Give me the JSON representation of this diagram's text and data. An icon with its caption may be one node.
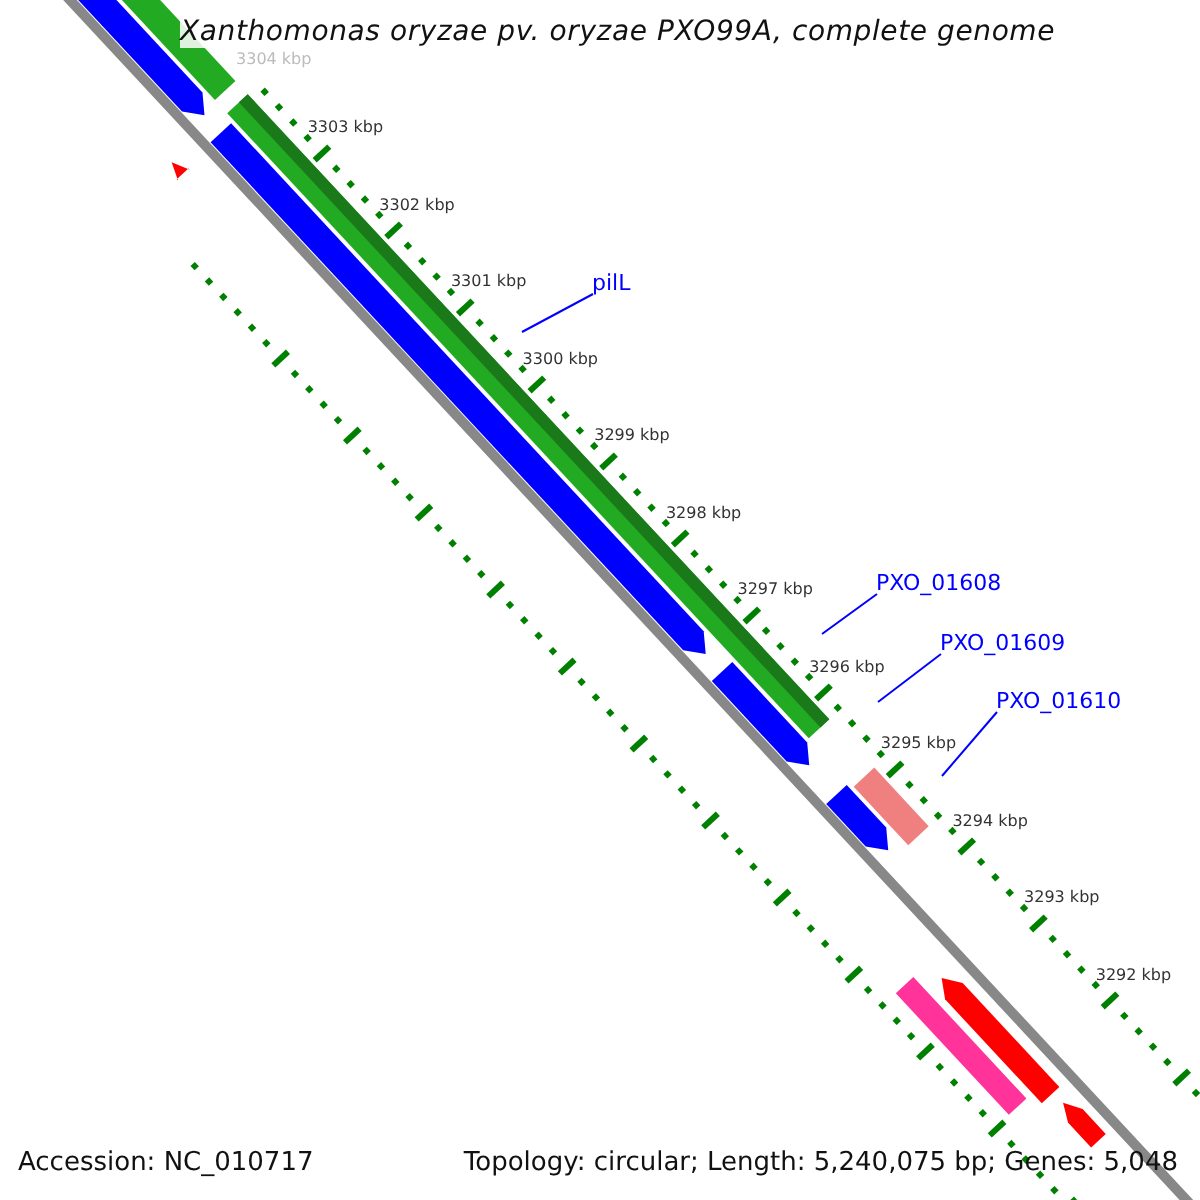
{
  "diagram": {
    "title": "Xanthomonas oryzae pv. oryzae PXO99A, complete genome",
    "nodes": [
      {
        "text": [
          "pilL"
        ]
      },
      {
        "text": [
          "PXO_01608"
        ]
      },
      {
        "text": [
          "PXO_01609"
        ]
      },
      {
        "text": [
          "PXO_01610"
        ]
      }
    ],
    "edges": [
      {
        "from": 0,
        "to": null,
        "arrow": "none"
      },
      {
        "from": 1,
        "to": null,
        "arrow": "none"
      },
      {
        "from": 2,
        "to": null,
        "arrow": "none"
      },
      {
        "from": 3,
        "to": null,
        "arrow": "none"
      }
    ],
    "labels": [
      "3304 kbp",
      "3303 kbp",
      "3302 kbp",
      "3301 kbp",
      "3300 kbp",
      "3299 kbp",
      "3298 kbp",
      "3297 kbp",
      "3296 kbp",
      "3295 kbp",
      "3294 kbp",
      "3293 kbp",
      "3292 kbp",
      "Accession: NC_010717",
      "Topology: circular; Length: 5,240,075 bp; Genes: 5,048"
    ]
  }
}
